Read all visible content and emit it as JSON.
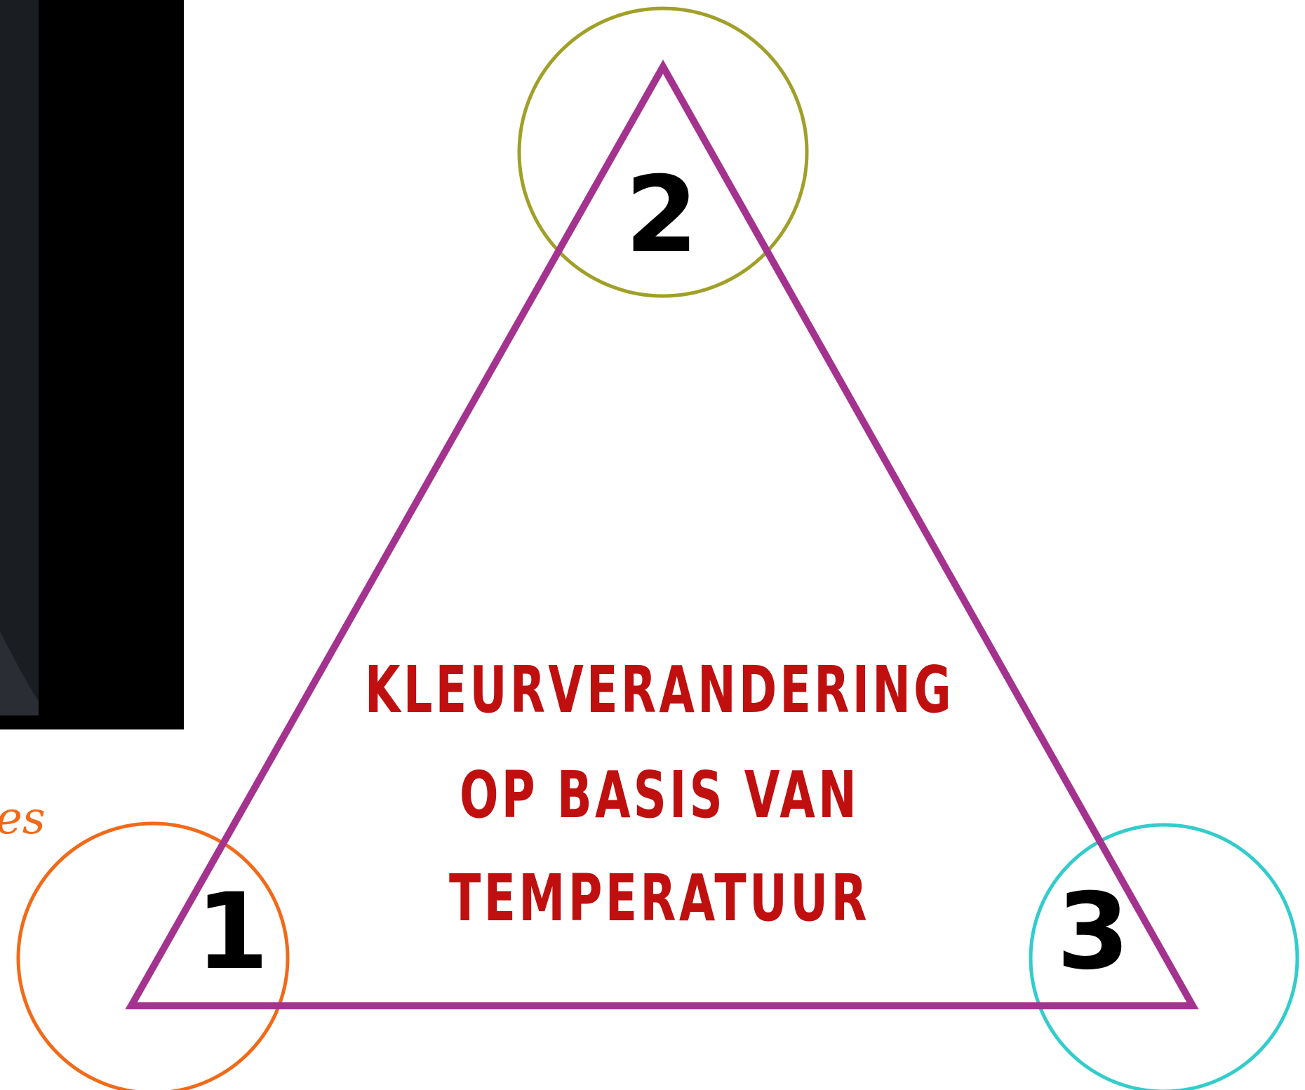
{
  "caption_fragment": "es",
  "main_text": {
    "line1": "KLEURVERANDERING",
    "line2": "OP BASIS VAN",
    "line3": "TEMPERATUUR"
  },
  "nodes": [
    {
      "label": "1",
      "color": "#f26a18"
    },
    {
      "label": "2",
      "color": "#a0a029"
    },
    {
      "label": "3",
      "color": "#33cccc"
    }
  ],
  "colors": {
    "triangle": "#a3338f",
    "main_text": "#c00f0f",
    "numbers": "#000000",
    "photo": "#000000",
    "caption": "#f26a18"
  }
}
